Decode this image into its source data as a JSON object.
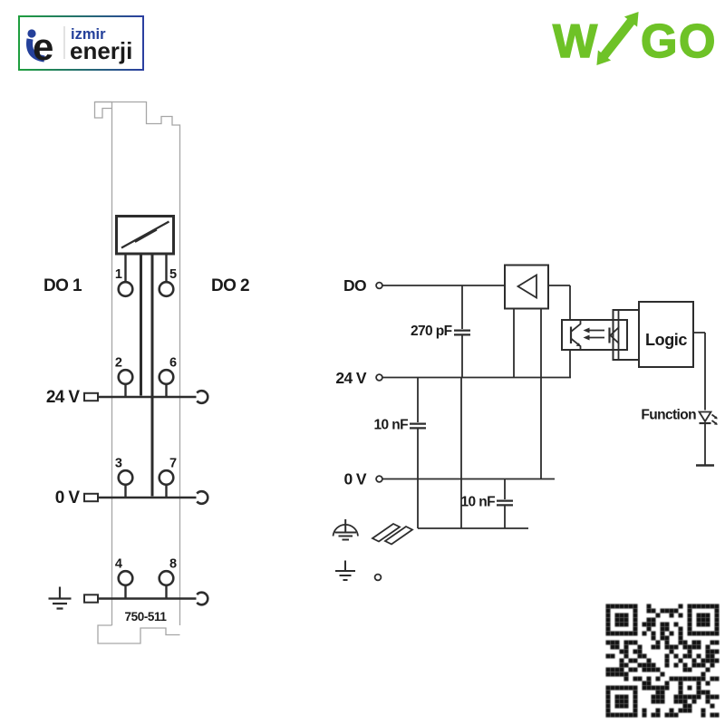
{
  "colors": {
    "wago_green": "#6ec227",
    "izmir_blue": "#24409a",
    "izmir_green_dark": "#0f6b2f",
    "izmir_green_light": "#3fae49",
    "line": "#2d2d2d",
    "module_outline": "#a6a6a6"
  },
  "header": {
    "izmir_logo": {
      "word1": "izmir",
      "word2": "enerji",
      "mark_e": "e"
    },
    "wago_logo": {
      "w": "W",
      "g": "G",
      "o": "O"
    }
  },
  "module": {
    "part_number": "750-511",
    "channel_left": "DO 1",
    "channel_right": "DO 2",
    "label_24v": "24 V",
    "label_0v": "0 V",
    "pins": {
      "p1": "1",
      "p2": "2",
      "p3": "3",
      "p4": "4",
      "p5": "5",
      "p6": "6",
      "p7": "7",
      "p8": "8"
    }
  },
  "schematic": {
    "label_do": "DO",
    "label_24v": "24 V",
    "label_0v": "0 V",
    "cap_270pf": "270 pF",
    "cap_10nf_upper": "10 nF",
    "cap_10nf_lower": "10 nF",
    "logic_label": "Logic",
    "function_label": "Function"
  }
}
